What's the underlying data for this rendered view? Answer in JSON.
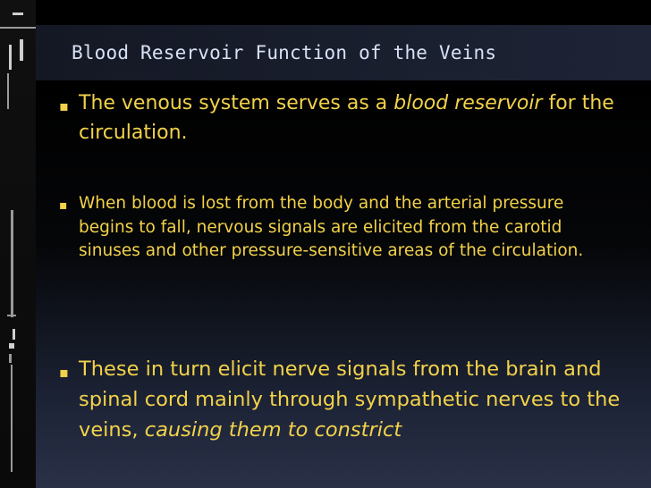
{
  "slide": {
    "title": "Blood Reservoir Function of the Veins",
    "bullets": [
      {
        "text_before": "The venous system serves as a ",
        "emphasis": "blood reservoir",
        "text_after": " for the circulation."
      },
      {
        "text": "When blood is lost from the body and the arterial pressure begins to fall, nervous signals are elicited from the carotid sinuses and other pressure-sensitive areas of the circulation."
      },
      {
        "text_before": "These in turn elicit nerve signals from the brain and spinal cord mainly through sympathetic nerves to the veins, ",
        "emphasis": "causing them to constrict"
      }
    ],
    "bullet_marker": "▪",
    "colors": {
      "background": "#000000",
      "title_text": "#d8e2f5",
      "body_text": "#f2d24a",
      "title_band": "#1e2436"
    }
  }
}
